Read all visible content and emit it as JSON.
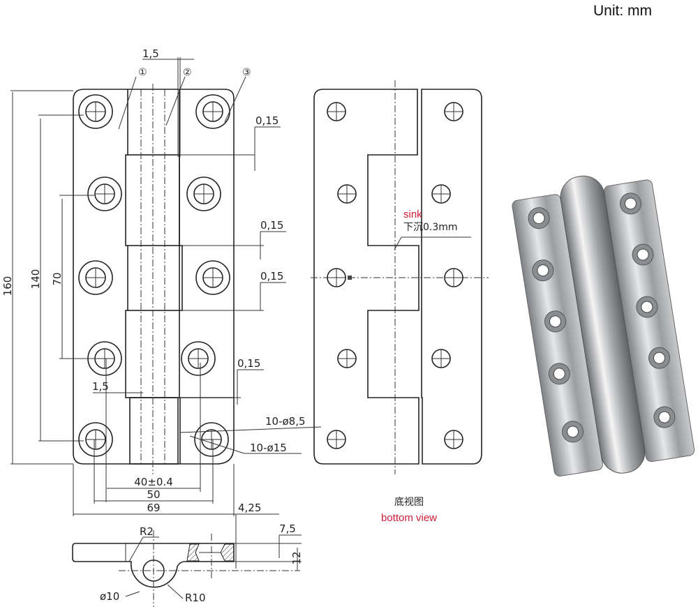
{
  "unit_label": "Unit: mm",
  "front_view": {
    "dims": {
      "total_height": "160",
      "hole_span_vertical": "140",
      "hole_pitch": "70",
      "knuckle_gap_top": "1,5",
      "knuckle_gap_bottom": "1,5",
      "clearance_1": "0,15",
      "clearance_2": "0,15",
      "clearance_3": "0,15",
      "clearance_4": "0,15",
      "hole_small": "10-ø8,5",
      "hole_large": "10-ø15",
      "knuckle_width": "40±0.4",
      "hole_span_horizontal": "50",
      "total_width": "69"
    },
    "callouts": [
      "①",
      "②",
      "③"
    ]
  },
  "side_view": {
    "dims": {
      "fillet": "R2",
      "pin_diameter": "ø10",
      "knuckle_radius": "R10",
      "offset": "4,25",
      "countersink": "7,5",
      "thickness": "12"
    }
  },
  "bottom_view": {
    "sink_label_en": "sink",
    "sink_label_cn": "下沉0.3mm",
    "title_cn": "底视图",
    "title_en": "bottom view"
  },
  "colors": {
    "annotation_red": "#d0203a",
    "line": "#222222",
    "steel": "#a9abae"
  }
}
